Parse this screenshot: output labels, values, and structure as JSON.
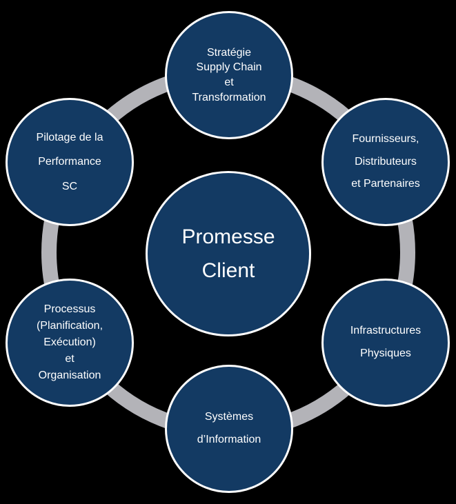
{
  "diagram": {
    "title": "Supply Chain wheel diagram",
    "center": {
      "label": "Promesse\nClient"
    },
    "nodes": [
      {
        "id": "strategie",
        "label": "Stratégie\nSupply Chain\net\nTransformation"
      },
      {
        "id": "fournisseurs",
        "label": "Fournisseurs,\nDistributeurs\net Partenaires"
      },
      {
        "id": "infrastructures",
        "label": "Infrastructures\nPhysiques"
      },
      {
        "id": "systemes",
        "label": "Systèmes\nd’Information"
      },
      {
        "id": "processus",
        "label": "Processus\n(Planification,\nExécution)\net\nOrganisation"
      },
      {
        "id": "pilotage",
        "label": "Pilotage de la\nPerformance\nSC"
      }
    ],
    "colors": {
      "node_fill": "#133a63",
      "node_border": "#ffffff",
      "ring": "#b3b3b8",
      "text": "#ffffff",
      "background": "#000000"
    }
  }
}
